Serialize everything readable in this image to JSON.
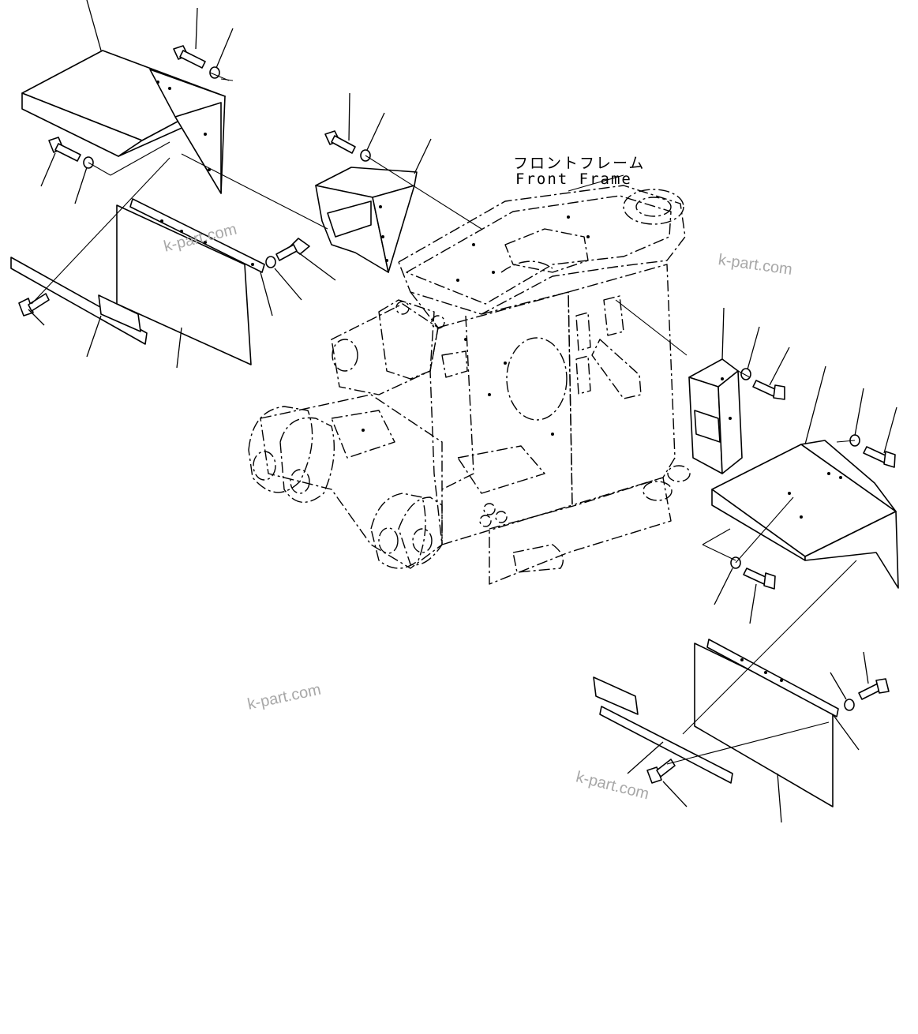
{
  "labels": {
    "frame_jp": "フロントフレーム",
    "frame_en": "Front Frame"
  },
  "watermarks": [
    "k-part.com",
    "k-part.com",
    "k-part.com",
    "k-part.com"
  ],
  "colors": {
    "line": "#000000",
    "background": "#ffffff",
    "watermark": "#a8a8a8"
  }
}
